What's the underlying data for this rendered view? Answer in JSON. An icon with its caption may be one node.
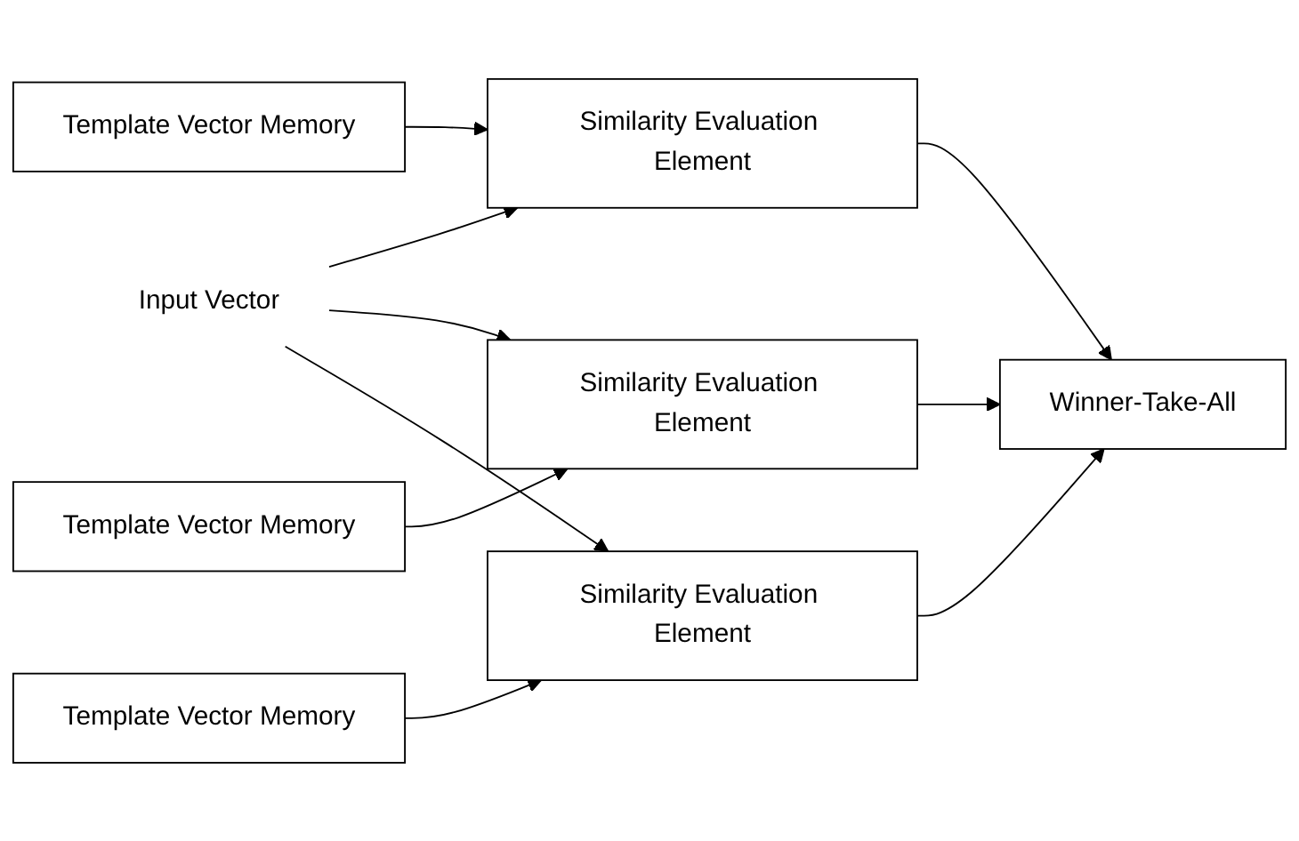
{
  "diagram": {
    "nodes": [
      {
        "text": [
          "Input Vector"
        ]
      },
      {
        "text": [
          "Template Vector Memory"
        ]
      },
      {
        "text": [
          "Similarity Evaluation Element"
        ]
      },
      {
        "text": [
          "Template Vector Memory"
        ]
      },
      {
        "text": [
          "Similarity Evaluation Element"
        ]
      },
      {
        "text": [
          "Template Vector Memory"
        ]
      },
      {
        "text": [
          "Similarity Evaluation Element"
        ]
      },
      {
        "text": [
          "Winner-Take-All"
        ]
      }
    ],
    "edges": [
      {
        "from": 0,
        "to": 2,
        "arrow": "to"
      },
      {
        "from": 1,
        "to": 2,
        "arrow": "to"
      },
      {
        "from": 0,
        "to": 4,
        "arrow": "to"
      },
      {
        "from": 3,
        "to": 4,
        "arrow": "to"
      },
      {
        "from": 0,
        "to": 6,
        "arrow": "to"
      },
      {
        "from": 5,
        "to": 6,
        "arrow": "to"
      },
      {
        "from": 2,
        "to": 7,
        "arrow": "to"
      },
      {
        "from": 4,
        "to": 7,
        "arrow": "to"
      },
      {
        "from": 6,
        "to": 7,
        "arrow": "to"
      }
    ]
  }
}
